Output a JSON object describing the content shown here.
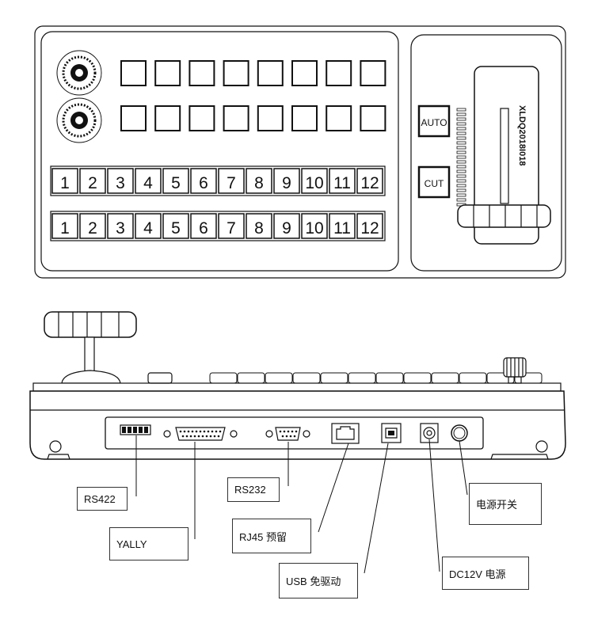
{
  "model": "XLDQ2018I018",
  "buttons": {
    "auto": "AUTO",
    "cut": "CUT"
  },
  "row_numbers": [
    "1",
    "2",
    "3",
    "4",
    "5",
    "6",
    "7",
    "8",
    "9",
    "10",
    "11",
    "12"
  ],
  "ports": {
    "rs422": "RS422",
    "tally": "YALLY",
    "rs232": "RS232",
    "rj45": "RJ45 预留",
    "usb": "USB 免驱动",
    "dc": "DC12V 电源",
    "power": "电源开关"
  }
}
